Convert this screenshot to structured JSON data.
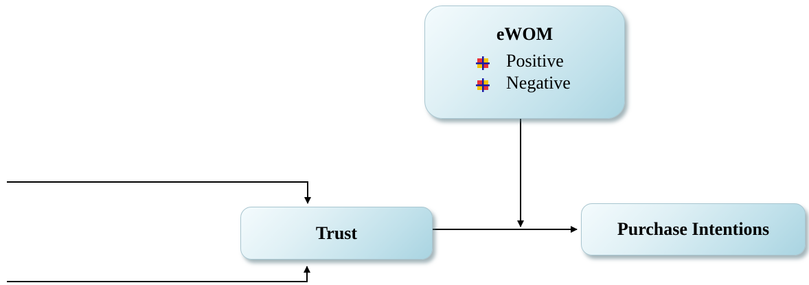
{
  "ewom": {
    "title": "eWOM",
    "items": [
      {
        "label": "Positive",
        "icon": "list-bullet-icon"
      },
      {
        "label": "Negative",
        "icon": "list-bullet-icon"
      }
    ]
  },
  "trust": {
    "label": "Trust"
  },
  "purchase_intentions": {
    "label": "Purchase Intentions"
  },
  "colors": {
    "box_light": "#dff0f5",
    "box_dark": "#a9d4e1",
    "line": "#000000",
    "bullet_red": "#e8323a",
    "bullet_yellow": "#f5c400",
    "bullet_blue": "#1a1aa6"
  }
}
